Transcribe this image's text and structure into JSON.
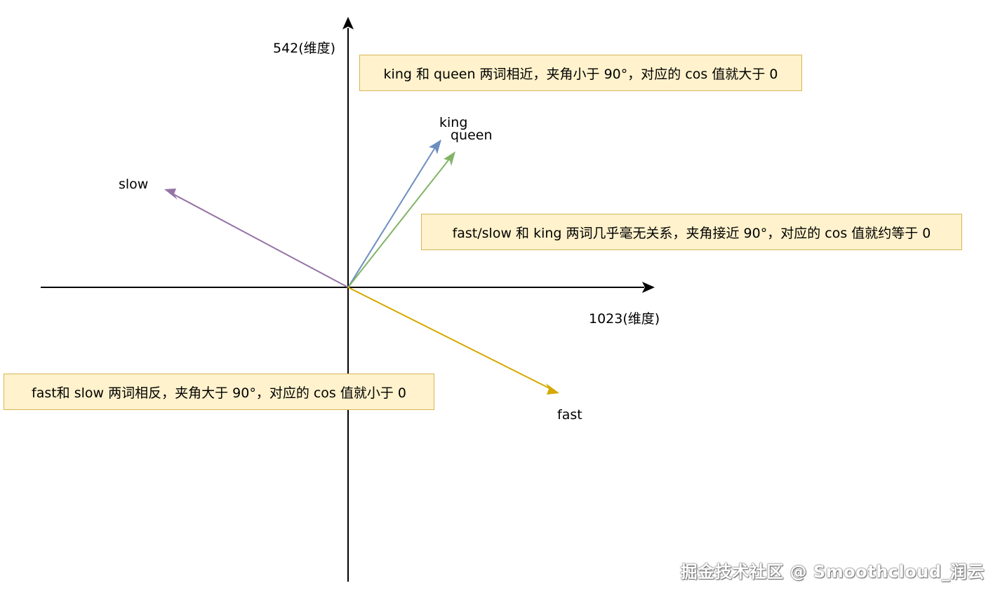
{
  "axes": {
    "y_label": "542(维度)",
    "x_label": "1023(维度)"
  },
  "vectors": [
    {
      "label": "king",
      "color": "#6c8ebf"
    },
    {
      "label": "queen",
      "color": "#82b366"
    },
    {
      "label": "slow",
      "color": "#9673a6"
    },
    {
      "label": "fast",
      "color": "#d6a800"
    }
  ],
  "notes": {
    "king_queen": "king 和 queen 两词相近，夹角小于 90°，对应的 cos 值就大于 0",
    "fast_slow_king": "fast/slow 和 king 两词几乎毫无关系，夹角接近 90°，对应的 cos 值就约等于 0",
    "fast_slow": "fast和 slow 两词相反，夹角大于 90°，对应的 cos 值就小于 0"
  },
  "note_style": {
    "fill": "#fff2cc",
    "border": "#d6b656"
  },
  "watermark": "掘金技术社区 @ Smoothcloud_润云"
}
